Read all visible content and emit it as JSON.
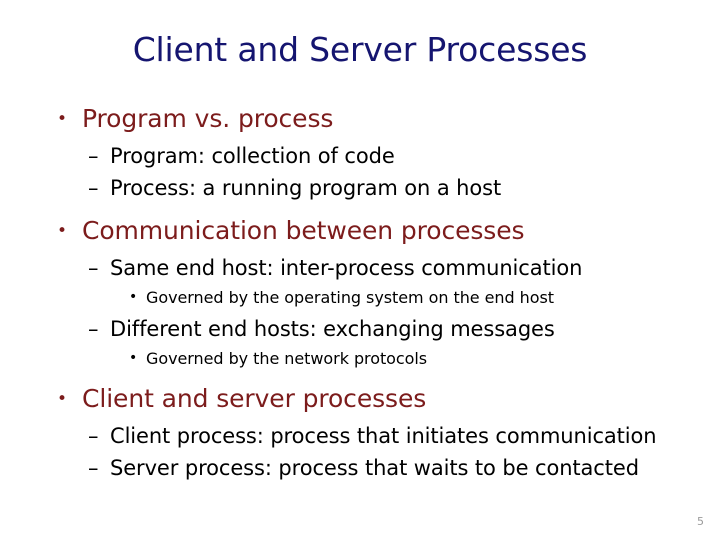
{
  "slide": {
    "title": "Client and Server Processes",
    "page_number": "5",
    "colors": {
      "background": "#ffffff",
      "title": "#151570",
      "level1_text": "#7C1C1C",
      "level2_text": "#000000",
      "level3_text": "#000000",
      "page_number": "#9a9a9a"
    },
    "markers": {
      "level1": "•",
      "level2": "–",
      "level3": "•"
    },
    "bullets": [
      {
        "level": 1,
        "marker": "•",
        "text": "Program vs. process"
      },
      {
        "level": 2,
        "marker": "–",
        "text": "Program: collection of code"
      },
      {
        "level": 2,
        "marker": "–",
        "text": "Process: a running program on a host"
      },
      {
        "level": 1,
        "marker": "•",
        "text": "Communication between processes"
      },
      {
        "level": 2,
        "marker": "–",
        "text": "Same end host: inter-process communication"
      },
      {
        "level": 3,
        "marker": "•",
        "text": "Governed by the operating system on the end host"
      },
      {
        "level": 2,
        "marker": "–",
        "text": "Different end hosts: exchanging messages"
      },
      {
        "level": 3,
        "marker": "•",
        "text": "Governed by the network protocols"
      },
      {
        "level": 1,
        "marker": "•",
        "text": "Client and server processes"
      },
      {
        "level": 2,
        "marker": "–",
        "text": "Client process: process that initiates communication"
      },
      {
        "level": 2,
        "marker": "–",
        "text": "Server process: process that waits to be contacted"
      }
    ]
  }
}
